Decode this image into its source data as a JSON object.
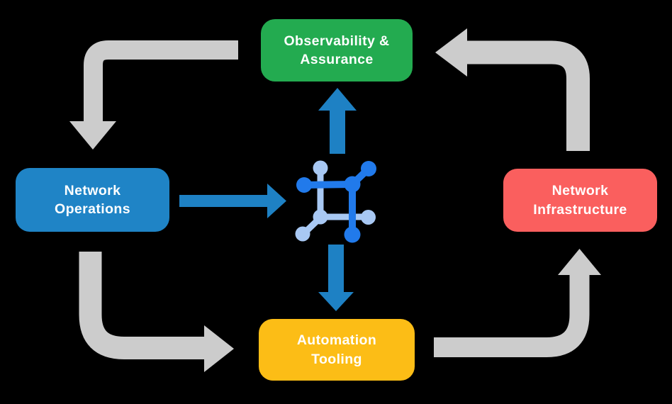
{
  "colors": {
    "background": "#000000",
    "text": "#ffffff",
    "node_green": "#23ab50",
    "node_blue": "#1f84c6",
    "node_red": "#fa5f5e",
    "node_yellow": "#fcbd16",
    "arrow_gray": "#cccccc",
    "arrow_blue": "#1e81c4",
    "icon_blue": "#217aeb",
    "icon_light_blue": "#a8c8f3"
  },
  "nodes": {
    "observability": {
      "line1": "Observability &",
      "line2": "Assurance"
    },
    "operations": {
      "line1": "Network",
      "line2": "Operations"
    },
    "infrastructure": {
      "line1": "Network",
      "line2": "Infrastructure"
    },
    "automation": {
      "line1": "Automation",
      "line2": "Tooling"
    }
  },
  "icon": {
    "name": "network-automation-icon"
  },
  "flow": {
    "cycle": [
      "Observability & Assurance -> Network Operations",
      "Network Operations -> Automation Tooling",
      "Automation Tooling -> Network Infrastructure",
      "Network Infrastructure -> Observability & Assurance"
    ],
    "center_links": [
      "Network Operations -> icon",
      "icon -> Observability & Assurance",
      "icon -> Automation Tooling"
    ]
  }
}
